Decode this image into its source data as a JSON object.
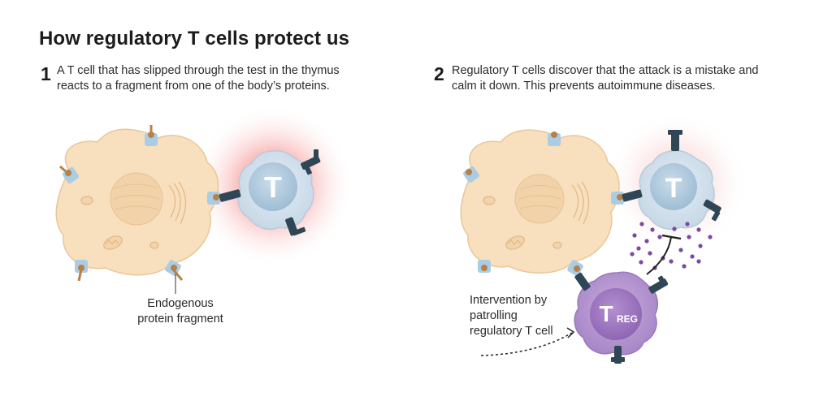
{
  "title": "How regulatory T cells protect us",
  "step1": {
    "number": "1",
    "text_line1": "A T cell that has slipped through the test in the thymus",
    "text_line2": "reacts to a fragment from one of the body’s proteins."
  },
  "step2": {
    "number": "2",
    "text_line1": "Regulatory T cells discover that the attack is a mistake and",
    "text_line2": "calm it down. This prevents autoimmune diseases."
  },
  "labels": {
    "fragment_line1": "Endogenous",
    "fragment_line2": "protein fragment",
    "intervention_line1": "Intervention by",
    "intervention_line2": "patrolling",
    "intervention_line3": "regulatory T cell"
  },
  "cells": {
    "t_cell_letter": "T",
    "treg_letter": "T",
    "treg_subscript": "REG"
  },
  "colors": {
    "body_cell": "#f8dfbd",
    "t_cell": "#d4e2ee",
    "treg_cell": "#b79ad3",
    "glow": "#f07b7b",
    "receptor": "#2e4655",
    "mhc": "#a9cde5",
    "fragment": "#b88149",
    "cytokine": "#7a4aa0"
  }
}
